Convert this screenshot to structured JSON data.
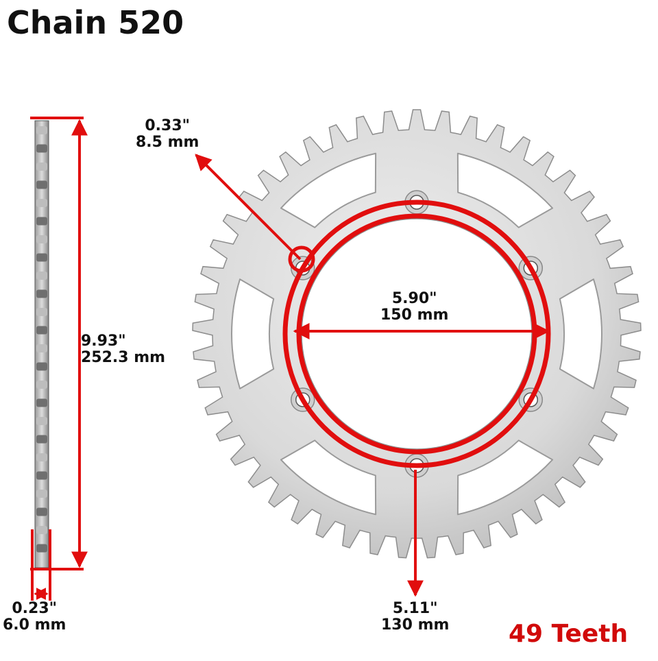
{
  "title": "Chain 520",
  "teeth_label": "49 Teeth",
  "colors": {
    "dimension_line": "#e10e0e",
    "metal_light": "#e6e6e6",
    "metal_dark": "#a9a9a9",
    "text": "#111111",
    "accent_text": "#d10a0a"
  },
  "sprocket": {
    "teeth_count": 49,
    "bolt_holes": 6
  },
  "dimensions": {
    "bolt_hole": {
      "inch": "0.33\"",
      "mm": "8.5 mm"
    },
    "center_bore": {
      "inch": "5.90\"",
      "mm": "150 mm"
    },
    "bolt_circle": {
      "inch": "5.11\"",
      "mm": "130 mm"
    },
    "outer_diameter": {
      "inch": "9.93\"",
      "mm": "252.3 mm"
    },
    "thickness": {
      "inch": "0.23\"",
      "mm": "6.0 mm"
    }
  }
}
